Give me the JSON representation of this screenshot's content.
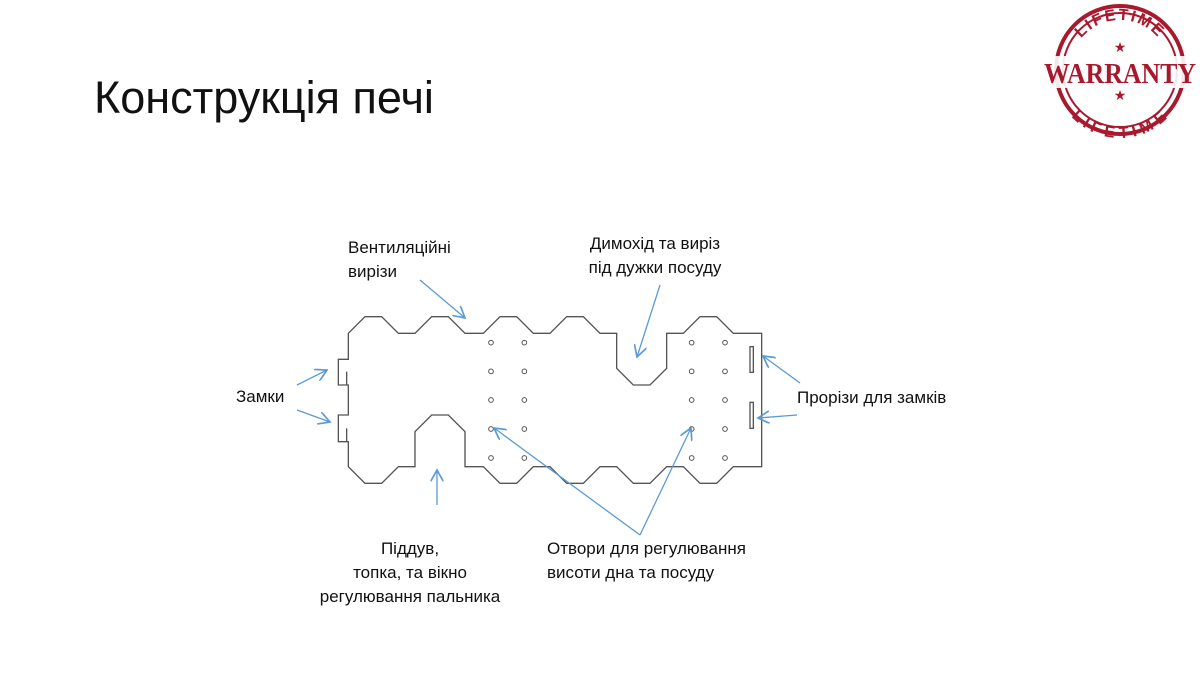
{
  "title": "Конструкція печі",
  "stamp": {
    "top": "LIFETIME",
    "middle": "WARRANTY",
    "bottom": "LIFETIME",
    "color": "#a8192e"
  },
  "labels": {
    "ventilation": [
      "Вентиляційні",
      "вирізи"
    ],
    "chimney": [
      "Димохід та виріз",
      "під дужки посуду"
    ],
    "locks": "Замки",
    "lock_slots": "Прорізи для замків",
    "blower": [
      "Піддув,",
      "топка, та вікно",
      "регулювання пальника"
    ],
    "holes": [
      "Отвори для регулювання",
      "висоти дна та посуду"
    ]
  },
  "colors": {
    "outline": "#555555",
    "arrow": "#5b9bd5"
  }
}
